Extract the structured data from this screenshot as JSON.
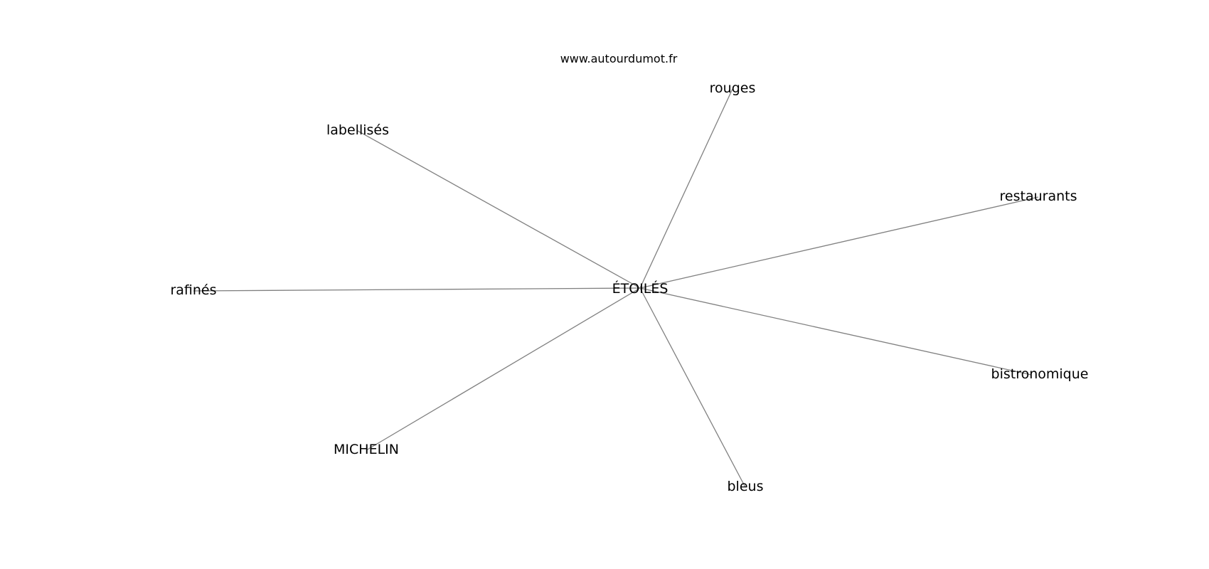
{
  "site": "www.autourdumot.fr",
  "center": {
    "label": "ÉTOILÉS"
  },
  "nodes": [
    {
      "id": "rouges",
      "label": "rouges"
    },
    {
      "id": "labellises",
      "label": "labellisés"
    },
    {
      "id": "restaurants",
      "label": "restaurants"
    },
    {
      "id": "rafines",
      "label": "rafinés"
    },
    {
      "id": "bistronomique",
      "label": "bistronomique"
    },
    {
      "id": "michelin",
      "label": "MICHELIN"
    },
    {
      "id": "bleus",
      "label": "bleus"
    }
  ],
  "edges": [
    {
      "from": "center",
      "to": "rouges"
    },
    {
      "from": "center",
      "to": "labellises"
    },
    {
      "from": "center",
      "to": "restaurants"
    },
    {
      "from": "center",
      "to": "rafines"
    },
    {
      "from": "center",
      "to": "bistronomique"
    },
    {
      "from": "center",
      "to": "michelin"
    },
    {
      "from": "center",
      "to": "bleus"
    }
  ],
  "colors": {
    "edge": "#808080",
    "text": "#000000",
    "background": "#ffffff"
  }
}
